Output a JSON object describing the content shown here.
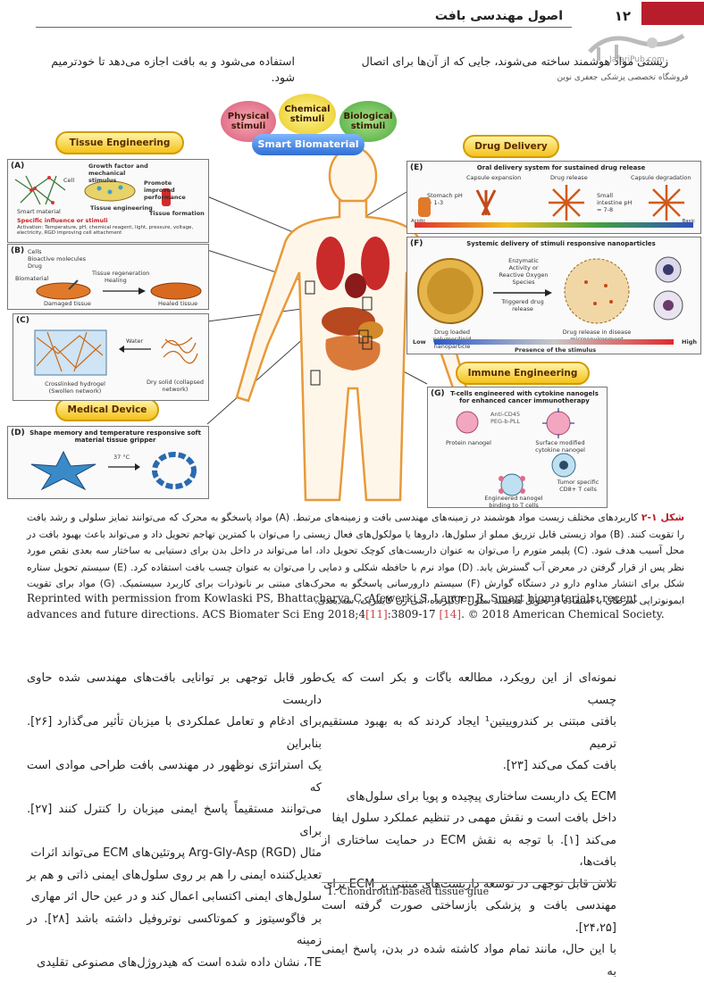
{
  "header": {
    "page_number": "۱۲",
    "book_title": "اصول مهندسی بافت",
    "logo_site": "JafariPub.com",
    "logo_sub": "فروشگاه تخصصی پزشکی جعفری نوین"
  },
  "top_text": {
    "right": "زیستی مواد هوشمند ساخته می‌شوند، جایی که از آن‌ها برای اتصال",
    "left": "استفاده می‌شود و به بافت اجازه می‌دهد تا خودترمیم شود."
  },
  "figure": {
    "stimuli": [
      "Physical stimuli",
      "Chemical stimuli",
      "Biological stimuli"
    ],
    "center": "Smart Biomaterial",
    "badges": {
      "tissue": "Tissue Engineering",
      "drug": "Drug Delivery",
      "immune": "Immune Engineering",
      "device": "Medical Device"
    },
    "panels": {
      "a": {
        "label": "(A)",
        "items": [
          "Growth factor and mechanical stimulus",
          "Cell",
          "Promote improved performance",
          "Smart material",
          "Tissue engineering",
          "Tissue formation",
          "Specific influence or stimuli",
          "Activation: Temperature, pH, chemical reagent, light, pressure, voltage, electricity, RGD improving cell attachment"
        ]
      },
      "b": {
        "label": "(B)",
        "items": [
          "Cells",
          "Bioactive molecules",
          "Drug",
          "Biomaterial",
          "Tissue regeneration",
          "Healing",
          "Damaged tissue",
          "Healed tissue"
        ]
      },
      "c": {
        "label": "(C)",
        "items": [
          "Water",
          "Crosslinked hydrogel (Swollen network)",
          "Dry solid (collapsed network)"
        ]
      },
      "d": {
        "label": "(D)",
        "title": "Shape memory and temperature responsive soft material tissue gripper",
        "items": [
          "37 °C"
        ]
      },
      "e": {
        "label": "(E)",
        "title": "Oral delivery system for sustained drug release",
        "items": [
          "Capsule expansion",
          "Drug release",
          "Capsule degradation",
          "Stomach pH = 1-3",
          "Small intestine pH = 7-8",
          "Acidic",
          "Basic"
        ]
      },
      "f": {
        "label": "(F)",
        "title": "Systemic delivery of stimuli responsive nanoparticles",
        "items": [
          "Enzymatic Activity or Reactive Oxygen Species",
          "Triggered drug release",
          "Drug loaded polymer/lipid nanoparticle",
          "Drug release in disease microenvironment",
          "Low",
          "High",
          "Presence of the stimulus"
        ]
      },
      "g": {
        "label": "(G)",
        "title": "T-cells engineered with cytokine nanogels for enhanced cancer immunotherapy",
        "items": [
          "Anti-CD45",
          "PEG-b-PLL",
          "Protein nanogel",
          "Surface modified cytokine nanogel",
          "Tumor specific CD8+ T cells",
          "Engineered nanogel binding to T cells"
        ]
      }
    }
  },
  "caption": {
    "head": "شکل ۱-۲",
    "text": " کاربردهای مختلف زیست مواد هوشمند در زمینه‌های مهندسی بافت و زمینه‌های مرتبط. (A) مواد پاسخگو به محرک که می‌توانند تمایز سلولی و رشد بافت را تقویت کنند. (B) مواد زیستی قابل تزریق مملو از سلول‌ها، داروها یا مولکول‌های فعال زیستی را می‌توان با کمترین تهاجم تحویل داد و می‌تواند باعث بهبود بافت در محل آسیب هدف شود. (C) پلیمر متورم را می‌توان به عنوان داربست‌های کوچک تحویل داد، اما می‌تواند در داخل بدن برای دستیابی به ساختار سه بعدی نقص مورد نظر پس از قرار گرفتن در معرض آب گسترش یابد. (D) مواد نرم با حافظه شکلی و دمایی را می‌توان به عنوان چسب بافت استفاده کرد. (E) سیستم تحویل ستاره شکل برای انتشار مداوم دارو در دستگاه گوارش (F) سیستم دارورسانی پاسخگو به محرک‌های مبتنی بر نانوذرات برای کاربرد سیستمیک. (G) مواد برای تقویت ایمونوتراپی سرطان با استفاده از تحویل هدفمند سلول T گیرنده آنتی ژن کایمریک. سه بعدی.",
    "en_1": "Reprinted with permission from Kowlaski PS, Bhattacharya C, Afewerki S, Langer R. Smart biomaterials: recent",
    "en_2a": "advances and future directions. ACS Biomater Sci Eng 2018;4",
    "en_cite1": "[11]",
    "en_2b": ":3809-17 ",
    "en_cite2": "[14]",
    "en_2c": ". © 2018 American Chemical Society."
  },
  "body": {
    "right_col": [
      "نمونه‌ای از این رویکرد، مطالعه باگات و بکر است که یک چسب",
      "بافتی مبتنی بر کندروییتین¹ ایجاد کردند که به بهبود مستقیم ترمیم",
      "بافت کمک می‌کند [۲۳].",
      "ECM یک داربست ساختاری پیچیده و پویا برای سلول‌های",
      "داخل بافت است و نقش مهمی در تنظیم عملکرد سلول ایفا",
      "می‌کند [۱]. با توجه به نقش ECM در حمایت ساختاری از بافت‌ها،",
      "تلاش قابل توجهی در توسعه داربست‌های مبتنی بر ECM برای",
      "مهندسی بافت و پزشکی بازساختی صورت گرفته است [۲۴،۲۵].",
      "با این حال، مانند تمام مواد کاشته شده در بدن، پاسخ ایمنی به"
    ],
    "left_col": [
      "طور قابل توجهی بر توانایی بافت‌های مهندسی شده حاوی داربست",
      "برای ادغام و تعامل عملکردی با میزبان تأثیر می‌گذارد [۲۶]. بنابراین",
      "یک استراتژی نوظهور در مهندسی بافت طراحی موادی است که",
      "می‌توانند مستقیماً پاسخ ایمنی میزبان را کنترل کنند [۲۷]. برای",
      "مثال Arg-Gly-Asp (RGD) پروتئین‌های ECM می‌تواند اثرات",
      "تعدیل‌کننده ایمنی را هم بر روی سلول‌های ایمنی ذاتی و هم بر",
      "سلول‌های ایمنی اکتسابی اعمال کند و در عین حال اثر مهاری",
      "بر فاگوسیتوز و کموتاکسی نوتروفیل داشته باشد [۲۸]. در زمینه",
      "TE، نشان داده شده است که هیدروژل‌های مصنوعی تقلیدی"
    ],
    "footnote": "1. Chondroitin-based tissue glue"
  },
  "colors": {
    "accent_red": "#b81d2b",
    "badge_gold": "#f4c21a",
    "citation": "#c43"
  }
}
